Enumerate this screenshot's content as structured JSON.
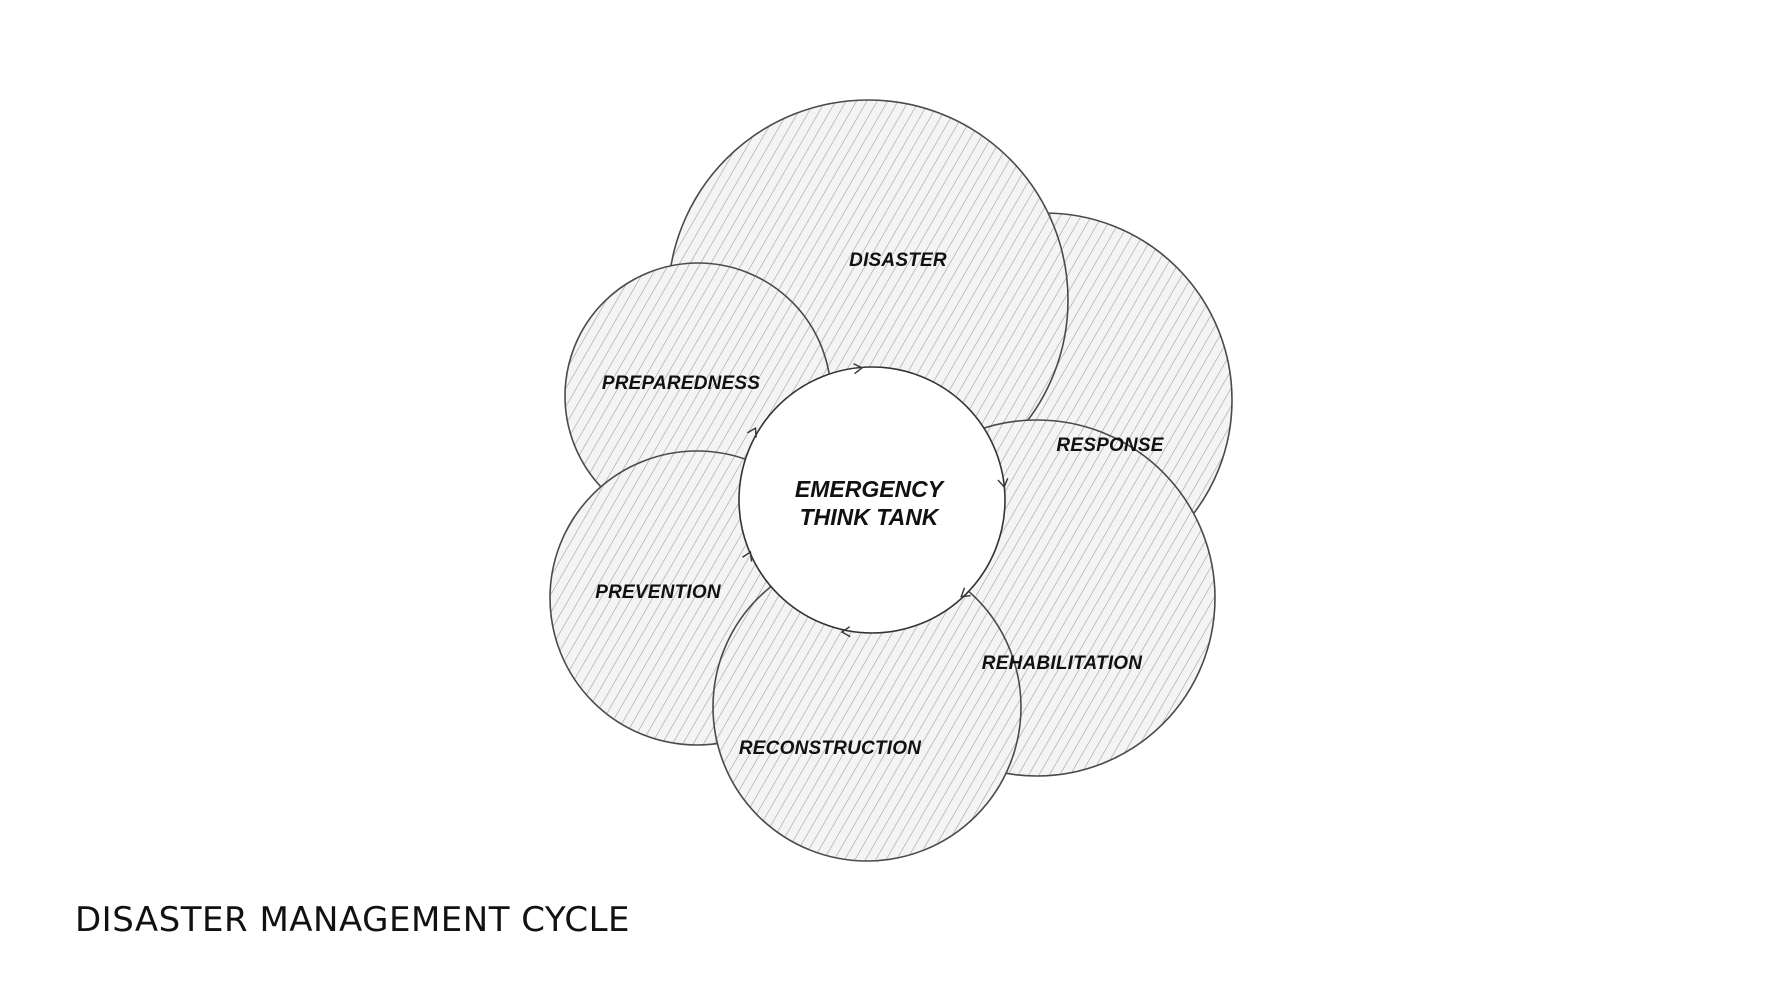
{
  "caption": "DISASTER MANAGEMENT CYCLE",
  "center": {
    "line1": "EMERGENCY",
    "line2": "THINK TANK"
  },
  "phases": [
    {
      "label": "DISASTER"
    },
    {
      "label": "RESPONSE"
    },
    {
      "label": "REHABILITATION"
    },
    {
      "label": "RECONSTRUCTION"
    },
    {
      "label": "PREVENTION"
    },
    {
      "label": "PREPAREDNESS"
    }
  ],
  "colors": {
    "stroke": "#4a4a4a",
    "hatch": "#9a9a9a",
    "circle_fill": "#f4f4f4",
    "center_fill": "#ffffff",
    "text": "#111111"
  }
}
